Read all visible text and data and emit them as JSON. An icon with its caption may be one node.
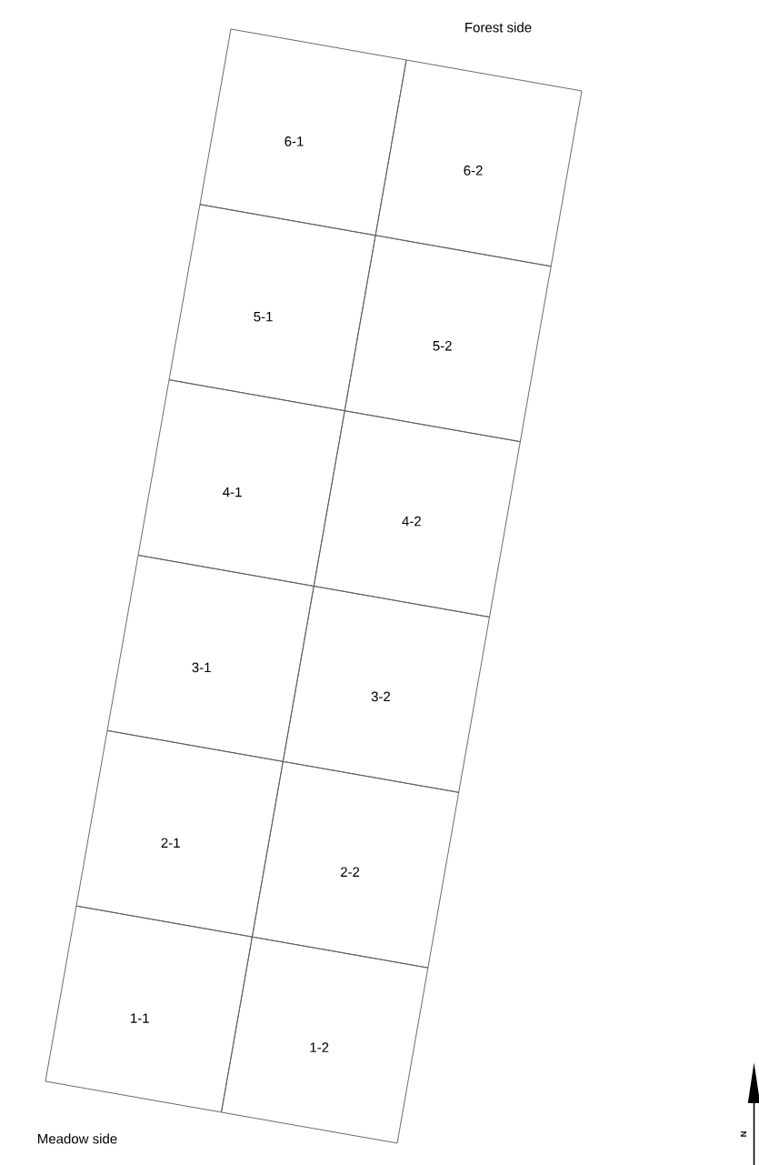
{
  "diagram": {
    "nodes": [
      {
        "text": [
          "6-1"
        ]
      },
      {
        "text": [
          "6-2"
        ]
      },
      {
        "text": [
          "5-1"
        ]
      },
      {
        "text": [
          "5-2"
        ]
      },
      {
        "text": [
          "4-1"
        ]
      },
      {
        "text": [
          "4-2"
        ]
      },
      {
        "text": [
          "3-1"
        ]
      },
      {
        "text": [
          "3-2"
        ]
      },
      {
        "text": [
          "2-1"
        ]
      },
      {
        "text": [
          "2-2"
        ]
      },
      {
        "text": [
          "1-1"
        ]
      },
      {
        "text": [
          "1-2"
        ]
      }
    ],
    "labels": [
      "Forest side",
      "Meadow side",
      "N"
    ]
  }
}
